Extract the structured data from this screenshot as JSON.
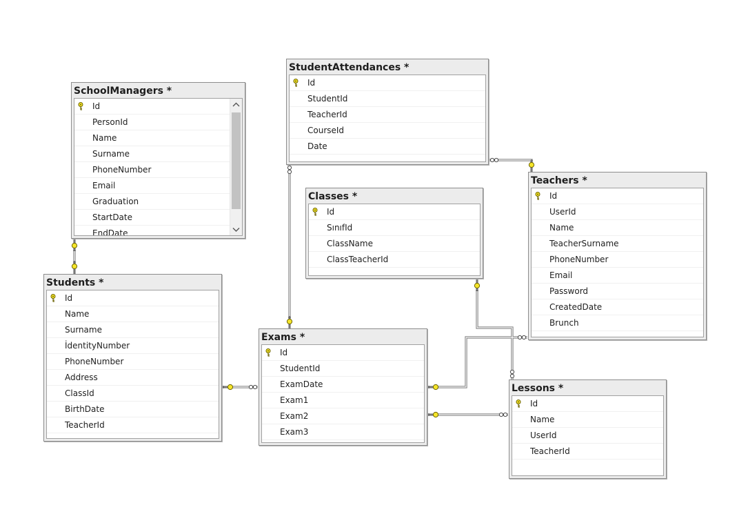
{
  "tables": {
    "school_managers": {
      "title": "SchoolManagers *",
      "columns": [
        "Id",
        "PersonId",
        "Name",
        "Surname",
        "PhoneNumber",
        "Email",
        "Graduation",
        "StartDate",
        "EndDate"
      ]
    },
    "student_attendances": {
      "title": "StudentAttendances *",
      "columns": [
        "Id",
        "StudentId",
        "TeacherId",
        "CourseId",
        "Date"
      ]
    },
    "classes": {
      "title": "Classes *",
      "columns": [
        "Id",
        "SınıfId",
        "ClassName",
        "ClassTeacherId"
      ]
    },
    "teachers": {
      "title": "Teachers *",
      "columns": [
        "Id",
        "UserId",
        "Name",
        "TeacherSurname",
        "PhoneNumber",
        "Email",
        "Password",
        "CreatedDate",
        "Brunch"
      ]
    },
    "students": {
      "title": "Students *",
      "columns": [
        "Id",
        "Name",
        "Surname",
        "İdentityNumber",
        "PhoneNumber",
        "Address",
        "ClassId",
        "BirthDate",
        "TeacherId"
      ]
    },
    "exams": {
      "title": "Exams *",
      "columns": [
        "Id",
        "StudentId",
        "ExamDate",
        "Exam1",
        "Exam2",
        "Exam3"
      ]
    },
    "lessons": {
      "title": "Lessons *",
      "columns": [
        "Id",
        "Name",
        "UserId",
        "TeacherId"
      ]
    }
  },
  "primary_key": "Id",
  "colors": {
    "key_fill": "#f5e52a",
    "key_stroke": "#6b6200",
    "line": "#7a7a7a",
    "title_bg": "#ececec"
  },
  "icons": {
    "primary_key": "key-icon",
    "one_end": "key-icon",
    "many_end": "infinity-icon",
    "scroll_up": "chevron-up-icon",
    "scroll_down": "chevron-down-icon"
  }
}
